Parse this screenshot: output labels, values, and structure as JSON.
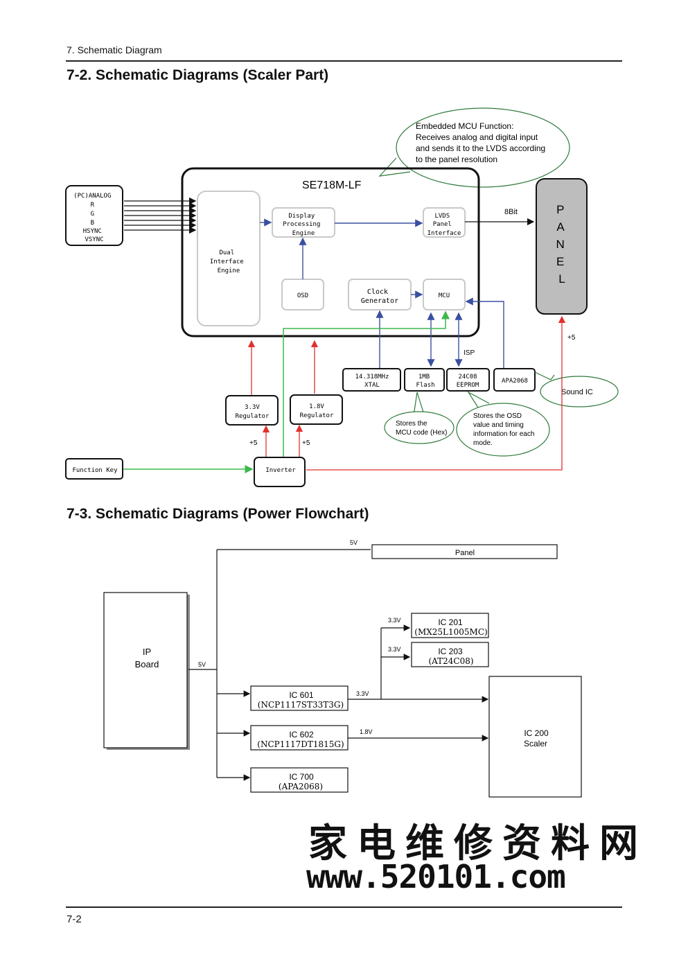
{
  "header": {
    "section": "7. Schematic Diagram"
  },
  "scaler": {
    "heading": "7-2. Schematic Diagrams (Scaler Part)",
    "callout_mcu": [
      "Embedded MCU Function:",
      "Receives analog and digital input",
      "and sends it to the LVDS according",
      "to the panel resolution"
    ],
    "chip": "SE718M-LF",
    "inputs": [
      "(PC)ANALOG",
      "R",
      "G",
      "B",
      "HSYNC",
      "VSYNC"
    ],
    "dual_interface": [
      "Dual",
      "Interface",
      "Engine"
    ],
    "display_engine": [
      "Display",
      "Processing",
      "Engine"
    ],
    "lvds": [
      "LVDS",
      "Panel",
      "Interface"
    ],
    "osd": "OSD",
    "clock": [
      "Clock",
      "Generator"
    ],
    "mcu": "MCU",
    "panel_letters": [
      "P",
      "A",
      "N",
      "E",
      "L"
    ],
    "bit_label": "8Bit",
    "plus5_panel": "+5",
    "isp": "ISP",
    "xtal": [
      "14.318MHz",
      "XTAL"
    ],
    "flash": [
      "1MB",
      "Flash"
    ],
    "eeprom": [
      "24C08",
      "EEPROM"
    ],
    "apa": "APA2068",
    "sound_ic": "Sound IC",
    "reg33": [
      "3.3V",
      "Regulator"
    ],
    "reg18": [
      "1.8V",
      "Regulator"
    ],
    "callout_flash": [
      "Stores the",
      "MCU code (Hex)"
    ],
    "callout_eeprom": [
      "Stores the OSD",
      "value and timing",
      "information for each",
      "mode."
    ],
    "plus5_a": "+5",
    "plus5_b": "+5",
    "function_key": "Function Key",
    "inverter": "Inverter"
  },
  "power": {
    "heading": "7-3. Schematic Diagrams (Power Flowchart)",
    "ip_board": [
      "IP",
      "Board"
    ],
    "v5_top": "5V",
    "v5_side": "5V",
    "panel": "Panel",
    "ic201": [
      "IC 201",
      "(MX25L1005MC)"
    ],
    "ic203": [
      "IC 203",
      "(AT24C08)"
    ],
    "v33_a": "3.3V",
    "v33_b": "3.3V",
    "v33_c": "3.3V",
    "ic601": [
      "IC 601",
      "(NCP1117ST33T3G)"
    ],
    "ic602": [
      "IC 602",
      "(NCP1117DT1815G)"
    ],
    "v18": "1.8V",
    "ic700": [
      "IC 700",
      "(APA2068)"
    ],
    "ic200": [
      "IC 200",
      "Scaler"
    ]
  },
  "watermark": {
    "line1": "家电维修资料网",
    "line2": "www.520101.com"
  },
  "footer": {
    "page": "7-2"
  },
  "colors": {
    "blue": "#3b4fa0",
    "red": "#e0302e",
    "green": "#3cb84a",
    "callout": "#2f7a3a",
    "panel_fill": "#bdbdbd"
  }
}
